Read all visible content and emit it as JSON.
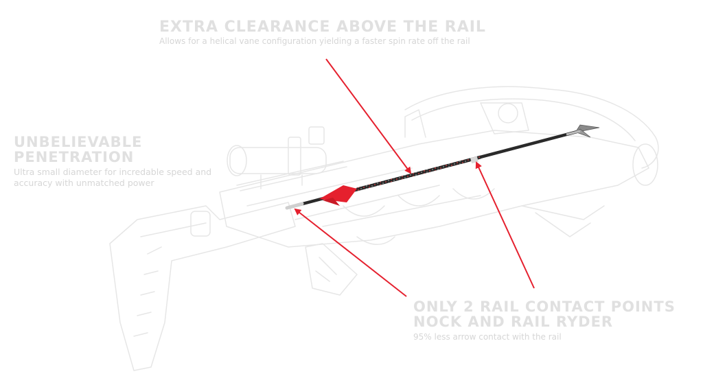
{
  "callouts": {
    "clearance": {
      "heading": "EXTRA CLEARANCE ABOVE THE RAIL",
      "description": "Allows for a helical vane configuration yielding a faster spin rate off the rail"
    },
    "penetration": {
      "heading_line1": "UNBELIEVABLE",
      "heading_line2": "PENETRATION",
      "description": "Ultra small diameter for incredable speed and accuracy with unmatched power"
    },
    "contact_points": {
      "heading_line1": "ONLY 2 RAIL CONTACT POINTS",
      "heading_line2": "NOCK AND RAIL RYDER",
      "description": "95% less arrow contact with the rail"
    }
  },
  "colors": {
    "arrow_pointer": "#e5202e",
    "crossbow_outline": "#e9e9e9",
    "arrow_shaft": "#2a2a2a",
    "vane": "#e5202e"
  },
  "images": {
    "crossbow": "crossbow-outline-illustration",
    "arrow": "carbon-arrow-with-broadhead"
  }
}
